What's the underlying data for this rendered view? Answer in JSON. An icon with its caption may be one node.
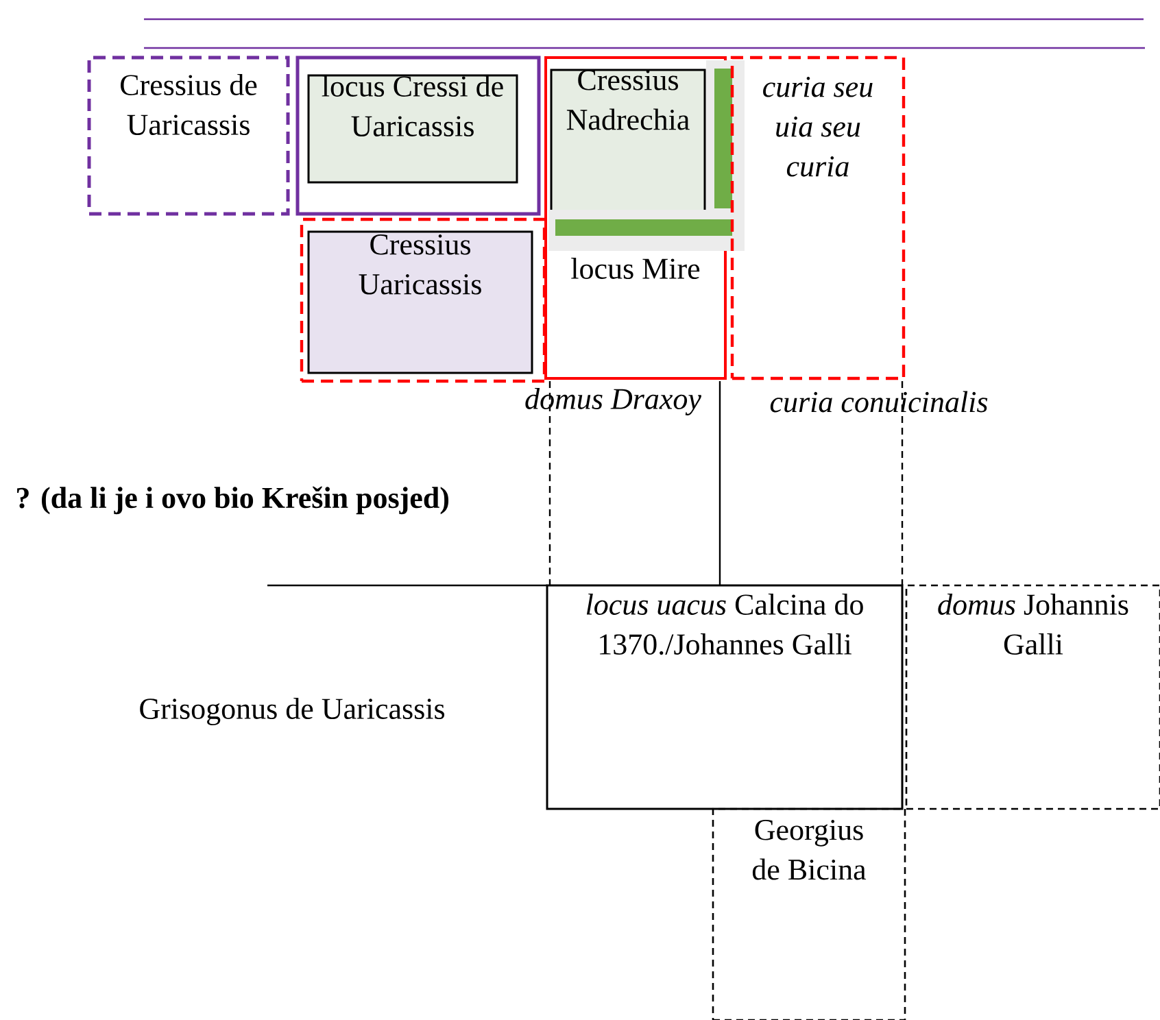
{
  "diagram": {
    "nodes": [
      {
        "text": [
          "Cressius de Uaricassis"
        ]
      },
      {
        "text": [],
        "shape": "box"
      },
      {
        "text": [
          "locus Cressi de Uaricassis"
        ],
        "in": 1
      },
      {
        "text": [],
        "shape": "box"
      },
      {
        "text": [
          "Cressius Uaricassis"
        ],
        "in": 3
      },
      {
        "text": [
          "locus Mire"
        ]
      },
      {
        "text": [
          "Cressius Nadrechia"
        ],
        "in": 5
      },
      {
        "text": [
          "curia seu uia seu curia"
        ]
      },
      {
        "text": [
          "*locus uacus* Calcina do 1370./Johannes Galli"
        ]
      },
      {
        "text": [
          "*domus* Johannis Galli"
        ]
      },
      {
        "text": [
          "Georgius de Bicina"
        ]
      }
    ],
    "edges": [],
    "labels": [
      "*domus* Draxoy",
      "curia conuicinalis",
      "? (da li je i ovo bio Krešin posjed)",
      "Grisogonus de Uaricassis"
    ]
  }
}
